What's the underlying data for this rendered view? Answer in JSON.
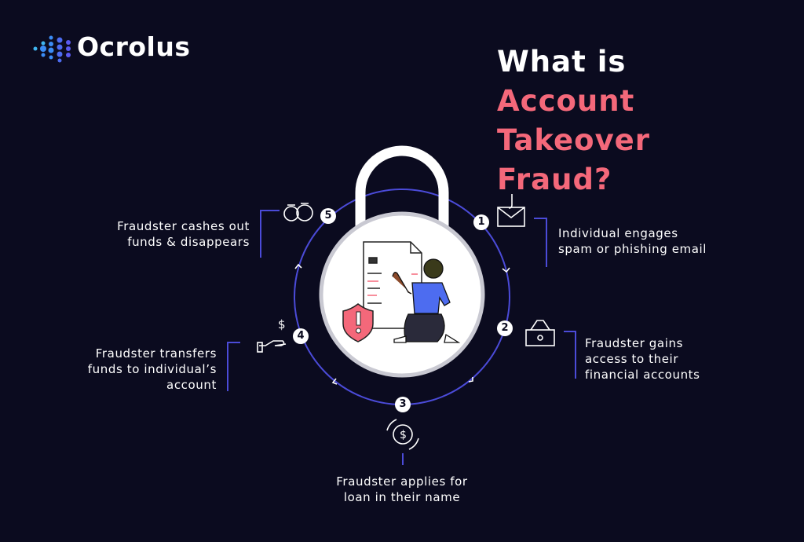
{
  "brand": {
    "name": "Ocrolus"
  },
  "title": {
    "line1_prefix": "What is ",
    "line1_accent": "Account",
    "line2": "Takeover Fraud?"
  },
  "colors": {
    "background": "#0b0b1f",
    "accent": "#f4687a",
    "ring": "#4b4bd8"
  },
  "steps": [
    {
      "number": "1",
      "text_lines": [
        "Individual engages",
        "spam or phishing email"
      ],
      "icon": "phishing-email-icon"
    },
    {
      "number": "2",
      "text_lines": [
        "Fraudster gains",
        "access to their",
        "financial accounts"
      ],
      "icon": "hacker-laptop-icon"
    },
    {
      "number": "3",
      "text_lines": [
        "Fraudster applies for",
        "loan in their name"
      ],
      "icon": "dollar-cycle-icon"
    },
    {
      "number": "4",
      "text_lines": [
        "Fraudster transfers",
        "funds to individual’s",
        "account"
      ],
      "icon": "hand-dollar-icon"
    },
    {
      "number": "5",
      "text_lines": [
        "Fraudster cashes out",
        "funds & disappears"
      ],
      "icon": "money-bags-icon"
    }
  ]
}
